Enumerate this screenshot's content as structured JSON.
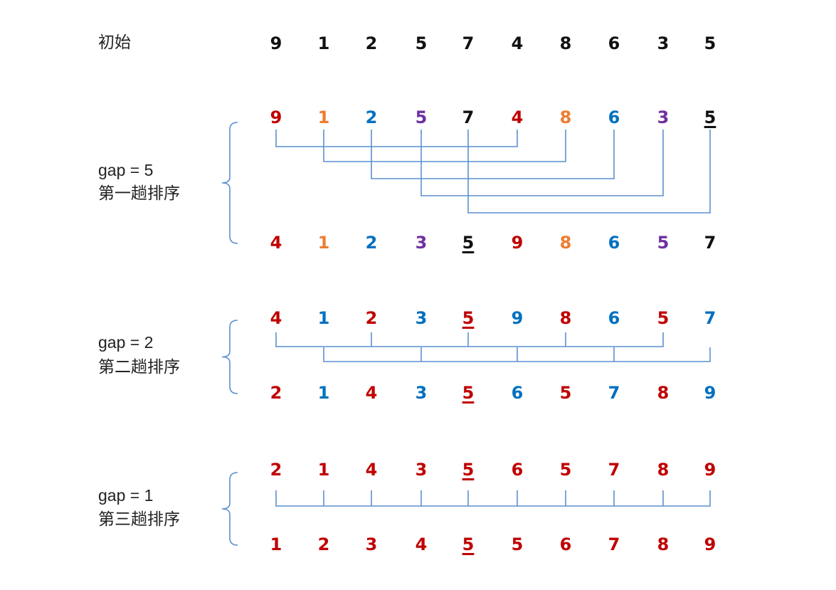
{
  "palette": {
    "black": "#111111",
    "red": "#c00000",
    "orange": "#ed7d31",
    "blue": "#0070c0",
    "purple": "#7030a0",
    "line": "#5b8fcf"
  },
  "labels": {
    "initial": "初始",
    "pass1_gap": "gap = 5",
    "pass1_name": "第一趟排序",
    "pass2_gap": "gap = 2",
    "pass2_name": "第二趟排序",
    "pass3_gap": "gap = 1",
    "pass3_name": "第三趟排序"
  },
  "rows": [
    {
      "id": "initial",
      "values": [
        "9",
        "1",
        "2",
        "5",
        "7",
        "4",
        "8",
        "6",
        "3",
        "5"
      ],
      "colors": [
        "black",
        "black",
        "black",
        "black",
        "black",
        "black",
        "black",
        "black",
        "black",
        "black"
      ],
      "underline": []
    },
    {
      "id": "pass1-before",
      "values": [
        "9",
        "1",
        "2",
        "5",
        "7",
        "4",
        "8",
        "6",
        "3",
        "5"
      ],
      "colors": [
        "red",
        "orange",
        "blue",
        "purple",
        "black",
        "red",
        "orange",
        "blue",
        "purple",
        "black"
      ],
      "underline": [
        9
      ]
    },
    {
      "id": "pass1-after",
      "values": [
        "4",
        "1",
        "2",
        "3",
        "5",
        "9",
        "8",
        "6",
        "5",
        "7"
      ],
      "colors": [
        "red",
        "orange",
        "blue",
        "purple",
        "black",
        "red",
        "orange",
        "blue",
        "purple",
        "black"
      ],
      "underline": [
        4
      ]
    },
    {
      "id": "pass2-before",
      "values": [
        "4",
        "1",
        "2",
        "3",
        "5",
        "9",
        "8",
        "6",
        "5",
        "7"
      ],
      "colors": [
        "red",
        "blue",
        "red",
        "blue",
        "red",
        "blue",
        "red",
        "blue",
        "red",
        "blue"
      ],
      "underline": [
        4
      ]
    },
    {
      "id": "pass2-after",
      "values": [
        "2",
        "1",
        "4",
        "3",
        "5",
        "6",
        "5",
        "7",
        "8",
        "9"
      ],
      "colors": [
        "red",
        "blue",
        "red",
        "blue",
        "red",
        "blue",
        "red",
        "blue",
        "red",
        "blue"
      ],
      "underline": [
        4
      ]
    },
    {
      "id": "pass3-before",
      "values": [
        "2",
        "1",
        "4",
        "3",
        "5",
        "6",
        "5",
        "7",
        "8",
        "9"
      ],
      "colors": [
        "red",
        "red",
        "red",
        "red",
        "red",
        "red",
        "red",
        "red",
        "red",
        "red"
      ],
      "underline": [
        4
      ]
    },
    {
      "id": "pass3-after",
      "values": [
        "1",
        "2",
        "3",
        "4",
        "5",
        "5",
        "6",
        "7",
        "8",
        "9"
      ],
      "colors": [
        "red",
        "red",
        "red",
        "red",
        "red",
        "red",
        "red",
        "red",
        "red",
        "red"
      ],
      "underline": [
        4
      ]
    }
  ],
  "gaps": [
    5,
    2,
    1
  ]
}
